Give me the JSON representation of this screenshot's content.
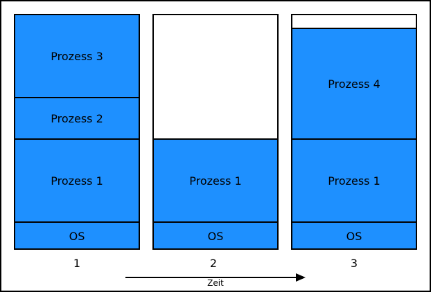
{
  "colors": {
    "process_fill": "#1e90ff",
    "empty_fill": "#ffffff",
    "border": "#000000",
    "background": "#ffffff"
  },
  "columns": [
    {
      "label": "1",
      "blocks": [
        {
          "label": "Prozess 3",
          "kind": "filled"
        },
        {
          "label": "Prozess 2",
          "kind": "filled"
        },
        {
          "label": "Prozess 1",
          "kind": "filled"
        },
        {
          "label": "OS",
          "kind": "filled"
        }
      ]
    },
    {
      "label": "2",
      "blocks": [
        {
          "label": "",
          "kind": "empty"
        },
        {
          "label": "Prozess 1",
          "kind": "filled"
        },
        {
          "label": "OS",
          "kind": "filled"
        }
      ]
    },
    {
      "label": "3",
      "blocks": [
        {
          "label": "",
          "kind": "empty"
        },
        {
          "label": "Prozess 4",
          "kind": "filled"
        },
        {
          "label": "Prozess 1",
          "kind": "filled"
        },
        {
          "label": "OS",
          "kind": "filled"
        }
      ]
    }
  ],
  "time_axis": {
    "label": "Zeit"
  }
}
